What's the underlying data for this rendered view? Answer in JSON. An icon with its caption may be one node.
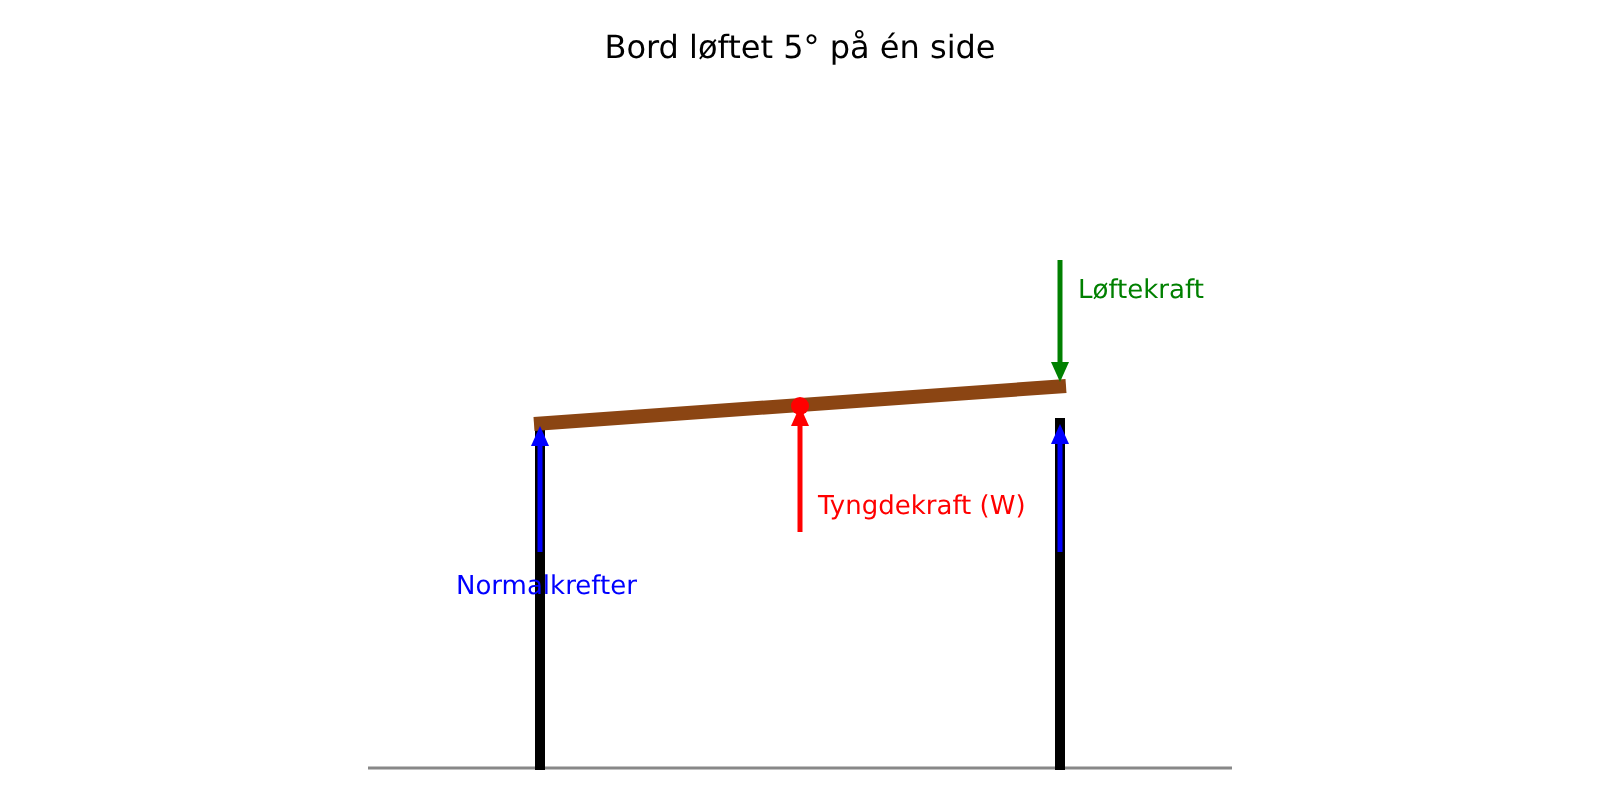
{
  "diagram": {
    "title": "Bord løftet 5° på én side",
    "labels": [
      "Løftekraft",
      "Tyngdekraft (W)",
      "Normalkrefter"
    ]
  }
}
